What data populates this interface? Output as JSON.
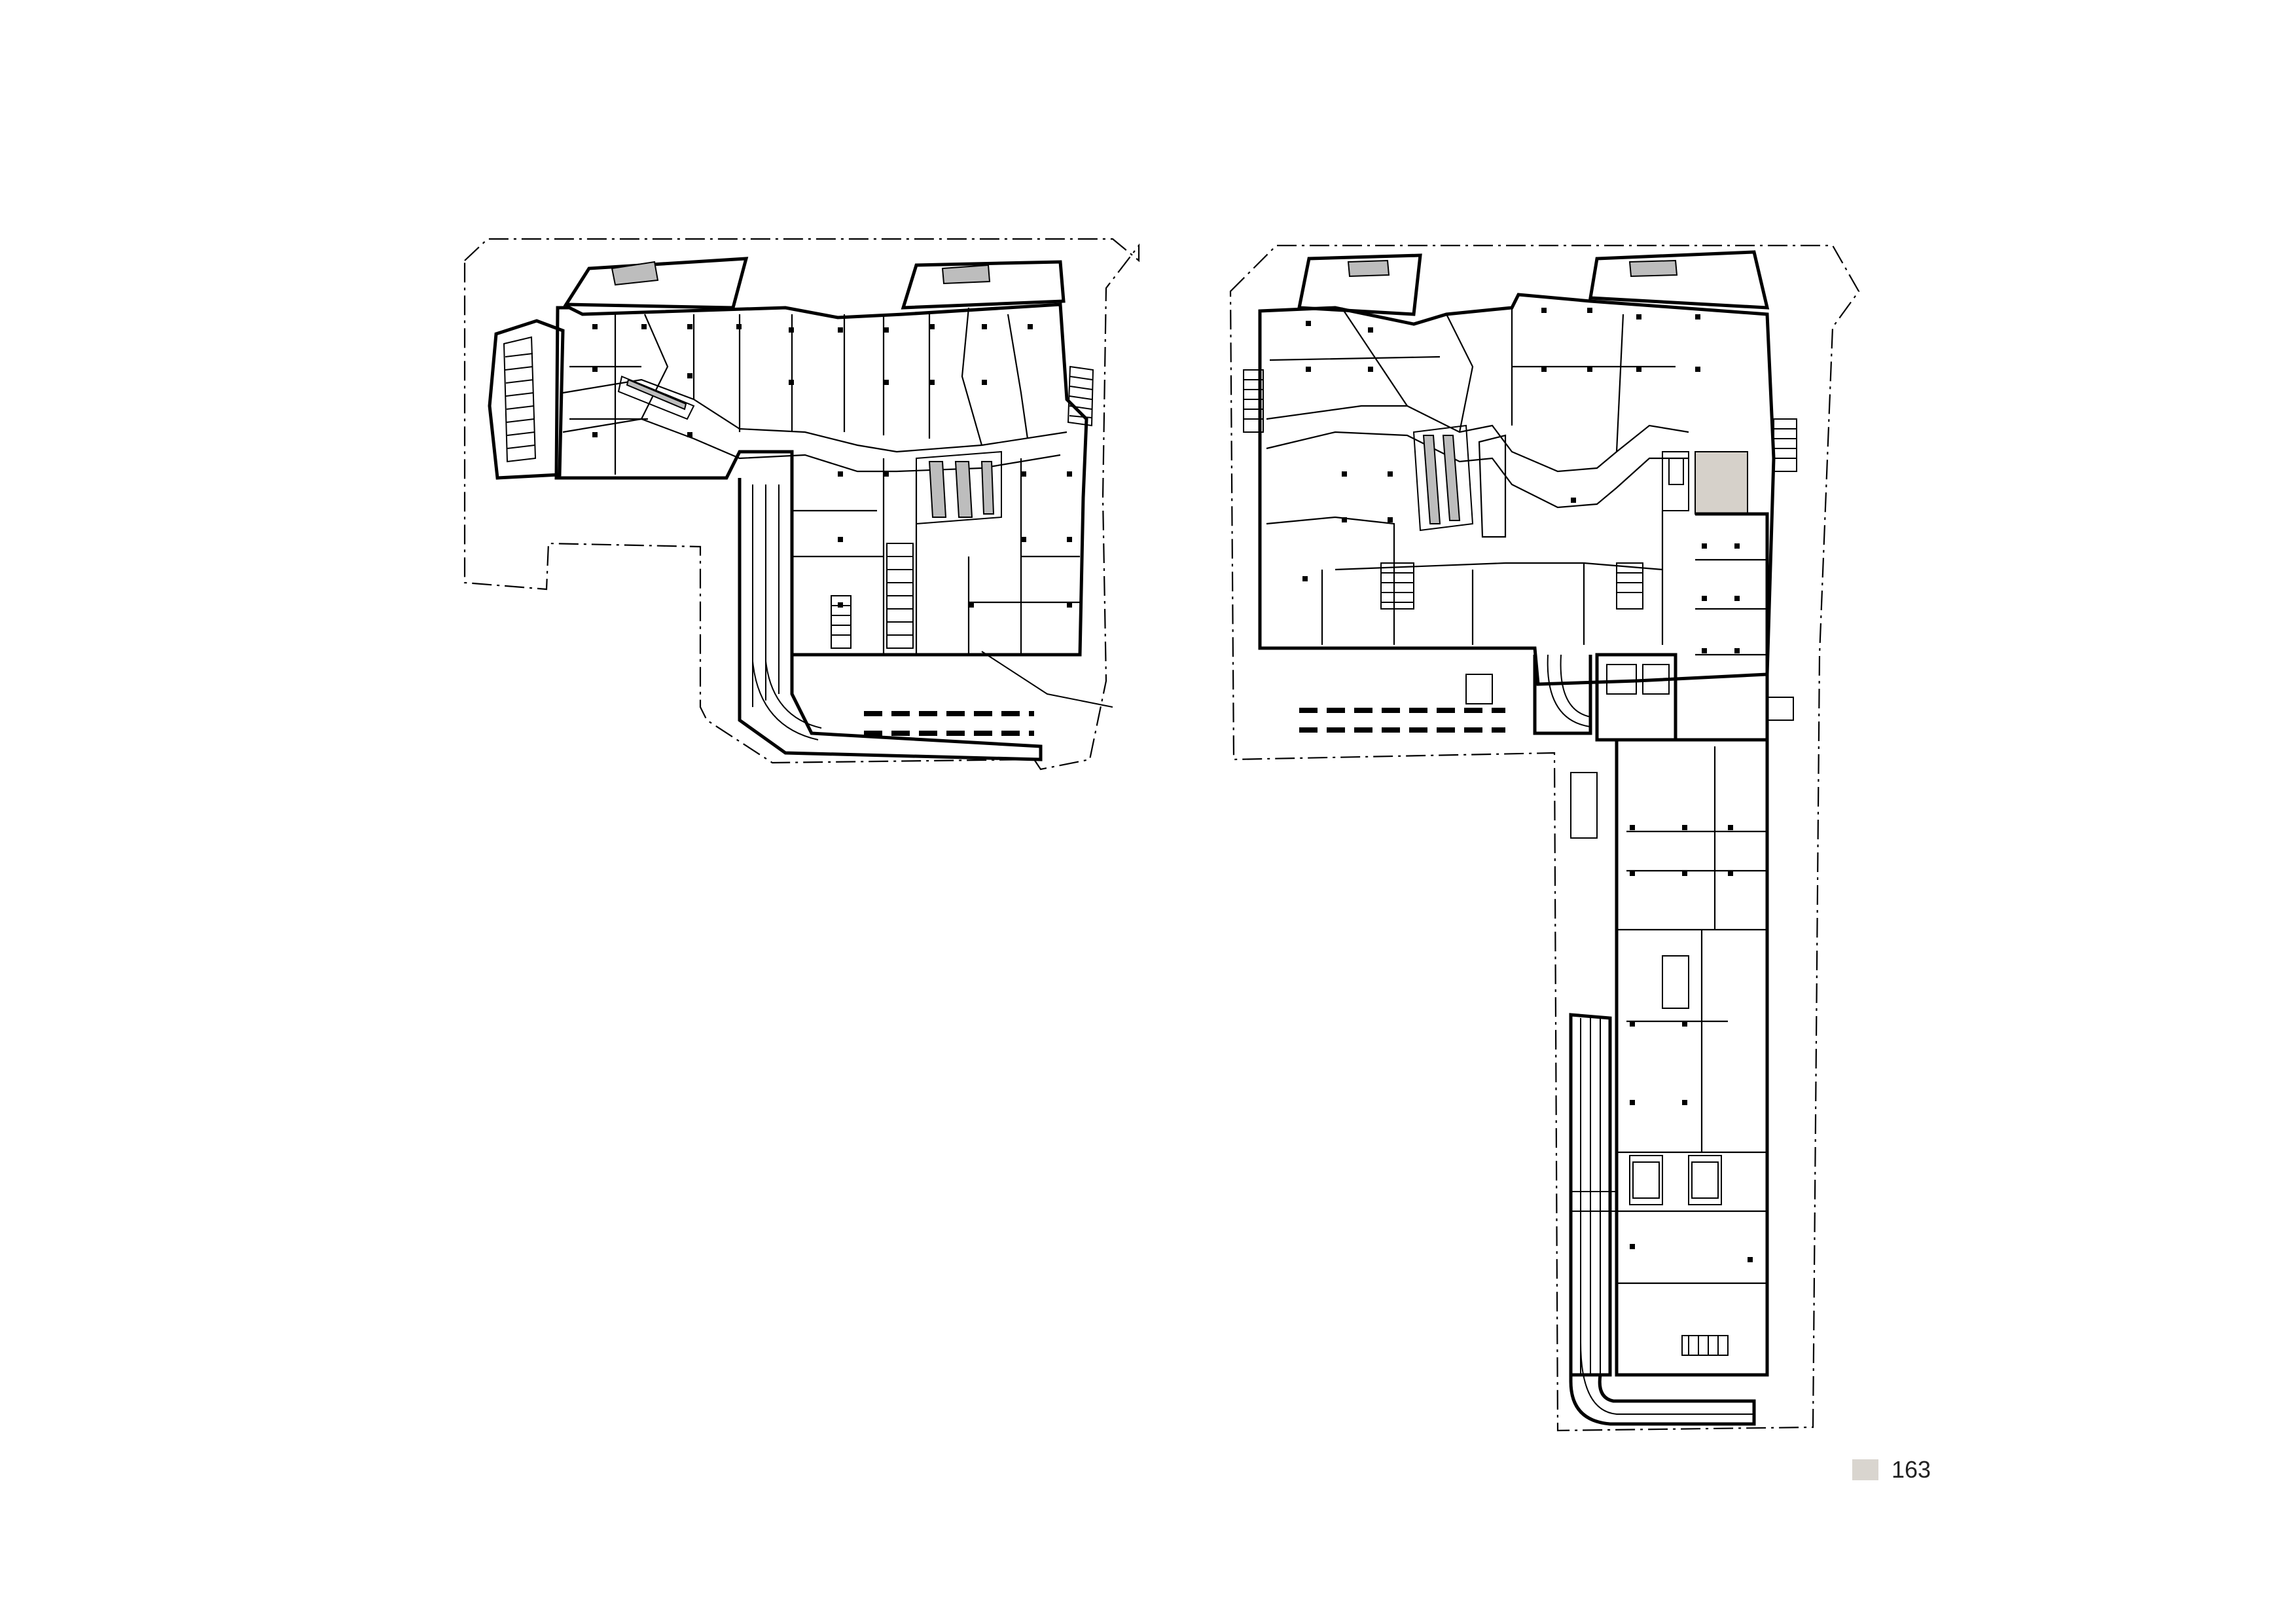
{
  "page": {
    "page_number": "163",
    "swatch_color": "#d9d5cf"
  },
  "drawings": [
    {
      "id": "left-plan"
    },
    {
      "id": "right-plan",
      "highlighted_unit_color": "#d6d1ca"
    }
  ]
}
